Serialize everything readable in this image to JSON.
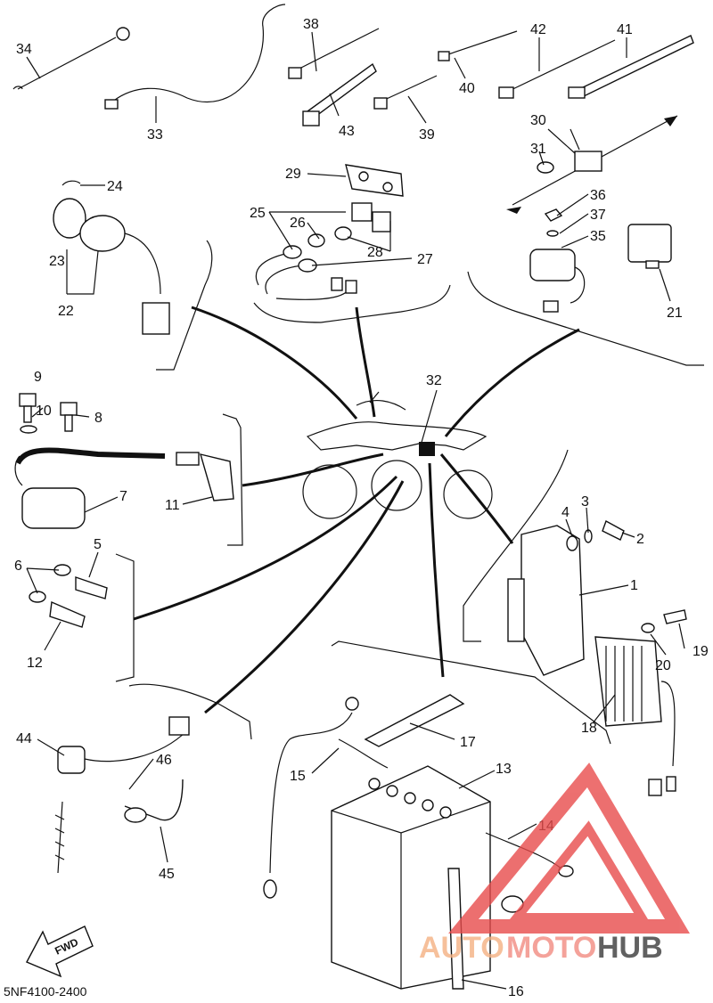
{
  "diagram_code": "5NF4100-2400",
  "fwd_label": "FWD",
  "watermark": {
    "part1": "AUTO",
    "part2": "MOTO",
    "part3": "HUB",
    "color1": "#f4b183",
    "color2": "#f28b82",
    "color3": "#3a3a3a",
    "triangle_color": "#e84c4c"
  },
  "callouts": [
    "1",
    "2",
    "3",
    "4",
    "5",
    "6",
    "7",
    "8",
    "9",
    "10",
    "11",
    "12",
    "13",
    "14",
    "15",
    "16",
    "17",
    "18",
    "19",
    "20",
    "21",
    "22",
    "23",
    "24",
    "25",
    "26",
    "27",
    "28",
    "29",
    "30",
    "31",
    "32",
    "33",
    "34",
    "35",
    "36",
    "37",
    "38",
    "39",
    "40",
    "41",
    "42",
    "43",
    "44",
    "45",
    "46"
  ]
}
